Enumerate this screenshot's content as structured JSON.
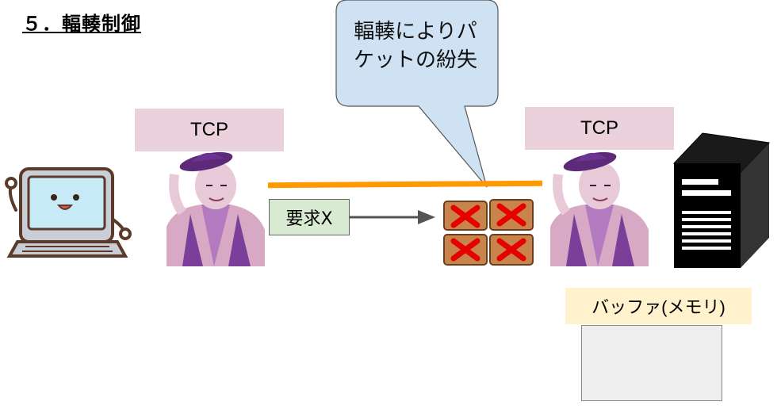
{
  "title": "５．輻輳制御",
  "tcp_left_label": "TCP",
  "tcp_right_label": "TCP",
  "request_label": "要求X",
  "bubble_lines": [
    "輻輳によりパ",
    "ケットの紛失"
  ],
  "buffer_label": "バッファ(メモリ)",
  "icons": [
    "computer-icon",
    "person-illustration-left",
    "person-illustration-right",
    "packet-boxes-icon",
    "server-icon"
  ],
  "colors": {
    "tcp_bg": "#ead1dc",
    "wire": "#ff9900",
    "request_bg": "#d9ead3",
    "buffer_label_bg": "#fff2cc",
    "bubble_bg": "#cfe2f3",
    "cross": "#e60000"
  }
}
